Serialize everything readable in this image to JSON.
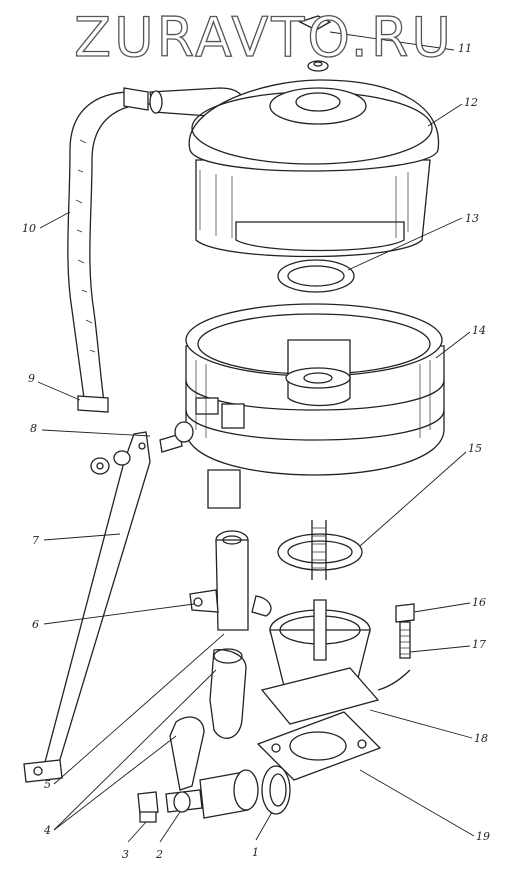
{
  "watermark": "ZURAVTO.RU",
  "callouts": [
    {
      "id": "c1",
      "label": "1"
    },
    {
      "id": "c2",
      "label": "2"
    },
    {
      "id": "c3",
      "label": "3"
    },
    {
      "id": "c4",
      "label": "4"
    },
    {
      "id": "c5",
      "label": "5"
    },
    {
      "id": "c6",
      "label": "6"
    },
    {
      "id": "c7",
      "label": "7"
    },
    {
      "id": "c8",
      "label": "8"
    },
    {
      "id": "c9",
      "label": "9"
    },
    {
      "id": "c10",
      "label": "10"
    },
    {
      "id": "c11",
      "label": "11"
    },
    {
      "id": "c12",
      "label": "12"
    },
    {
      "id": "c13",
      "label": "13"
    },
    {
      "id": "c14",
      "label": "14"
    },
    {
      "id": "c15",
      "label": "15"
    },
    {
      "id": "c16",
      "label": "16"
    },
    {
      "id": "c17",
      "label": "17"
    },
    {
      "id": "c18",
      "label": "18"
    },
    {
      "id": "c19",
      "label": "19"
    }
  ]
}
